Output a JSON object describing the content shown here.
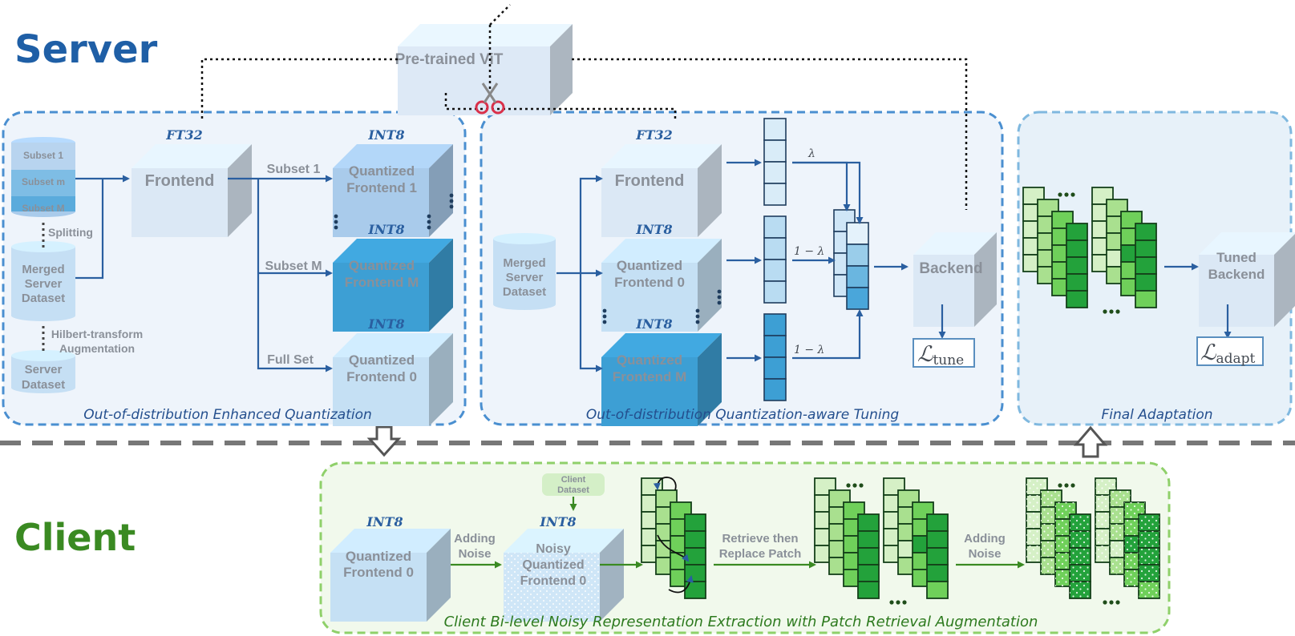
{
  "sections": {
    "server_label": "Server",
    "client_label": "Client"
  },
  "pretrained": {
    "label": "Pre-trained ViT"
  },
  "panel1": {
    "caption": "Out-of-distribution Enhanced Quantization",
    "subsets": [
      "Subset 1",
      "Subset m",
      "Subset M"
    ],
    "splitting": "Splitting",
    "merged_dataset": [
      "Merged",
      "Server",
      "Dataset"
    ],
    "hilbert": [
      "Hilbert-transform",
      "Augmentation"
    ],
    "server_dataset": [
      "Server",
      "Dataset"
    ],
    "frontend": {
      "tag": "FT32",
      "label": "Frontend"
    },
    "arrow_labels": [
      "Subset 1",
      "Subset M",
      "Full Set"
    ],
    "quantized": [
      {
        "tag": "INT8",
        "lines": [
          "Quantized",
          "Frontend 1"
        ]
      },
      {
        "tag": "INT8",
        "lines": [
          "Quantized",
          "Frontend M"
        ]
      },
      {
        "tag": "INT8",
        "lines": [
          "Quantized",
          "Frontend 0"
        ]
      }
    ]
  },
  "panel2": {
    "caption": "Out-of-distribution Quantization-aware Tuning",
    "merged_dataset": [
      "Merged",
      "Server",
      "Dataset"
    ],
    "frontend": {
      "tag": "FT32",
      "label": "Frontend"
    },
    "quantized": [
      {
        "tag": "INT8",
        "lines": [
          "Quantized",
          "Frontend 0"
        ]
      },
      {
        "tag": "INT8",
        "lines": [
          "Quantized",
          "Frontend M"
        ]
      }
    ],
    "weights": [
      "λ",
      "1 − λ",
      "1 − λ"
    ],
    "backend": "Backend",
    "loss": {
      "main": "ℒ",
      "sub": "tune"
    }
  },
  "panel3": {
    "caption": "Final Adaptation",
    "tuned_backend": [
      "Tuned",
      "Backend"
    ],
    "loss": {
      "main": "ℒ",
      "sub": "adapt"
    },
    "ellipsis": "•••"
  },
  "client": {
    "caption": "Client Bi-level Noisy Representation Extraction with Patch Retrieval Augmentation",
    "quantized": {
      "tag": "INT8",
      "lines": [
        "Quantized",
        "Frontend 0"
      ]
    },
    "adding_noise_1": [
      "Adding",
      "Noise"
    ],
    "noisy": {
      "tag": "INT8",
      "lines": [
        "Noisy",
        "Quantized",
        "Frontend 0"
      ]
    },
    "client_dataset": [
      "Client",
      "Dataset"
    ],
    "retrieve": [
      "Retrieve then",
      "Replace Patch"
    ],
    "adding_noise_2": [
      "Adding",
      "Noise"
    ],
    "ellipsis": "•••"
  },
  "colors": {
    "panel_blue": "#4a8fd0",
    "panel_green": "#8fd06a",
    "title_blue": "#1f5fa6",
    "title_green": "#3a8a22",
    "cube_light": "#dbe8f5",
    "cube_mid": "#a9cbeb",
    "cube_dark": "#3d9fd4",
    "dark_green": "#1f9a3a",
    "light_green": "#b9e6a6"
  }
}
